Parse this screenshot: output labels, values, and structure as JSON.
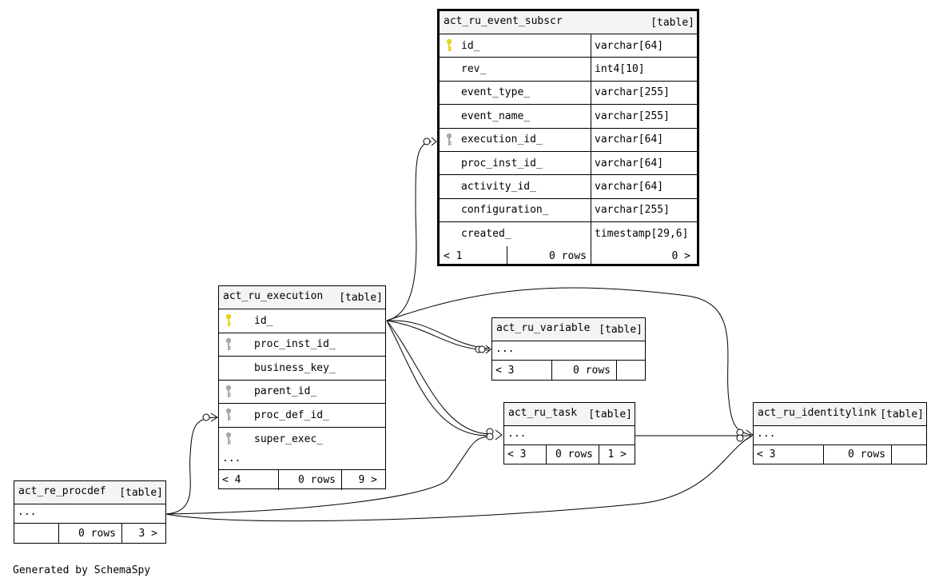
{
  "footnote": "Generated by SchemaSpy",
  "tables": {
    "event_subscr": {
      "name": "act_ru_event_subscr",
      "kind": "[table]",
      "columns": [
        {
          "name": "id_",
          "type": "varchar[64]",
          "key": "primary"
        },
        {
          "name": "rev_",
          "type": "int4[10]",
          "key": ""
        },
        {
          "name": "event_type_",
          "type": "varchar[255]",
          "key": ""
        },
        {
          "name": "event_name_",
          "type": "varchar[255]",
          "key": ""
        },
        {
          "name": "execution_id_",
          "type": "varchar[64]",
          "key": "foreign"
        },
        {
          "name": "proc_inst_id_",
          "type": "varchar[64]",
          "key": ""
        },
        {
          "name": "activity_id_",
          "type": "varchar[64]",
          "key": ""
        },
        {
          "name": "configuration_",
          "type": "varchar[255]",
          "key": ""
        },
        {
          "name": "created_",
          "type": "timestamp[29,6]",
          "key": ""
        }
      ],
      "footer": {
        "parents": "< 1",
        "rows": "0 rows",
        "children": "0 >"
      }
    },
    "execution": {
      "name": "act_ru_execution",
      "kind": "[table]",
      "columns": [
        {
          "name": "id_",
          "key": "primary"
        },
        {
          "name": "proc_inst_id_",
          "key": "foreign"
        },
        {
          "name": "business_key_",
          "key": ""
        },
        {
          "name": "parent_id_",
          "key": "foreign"
        },
        {
          "name": "proc_def_id_",
          "key": "foreign"
        },
        {
          "name": "super_exec_",
          "key": "foreign"
        }
      ],
      "more": "...",
      "footer": {
        "parents": "< 4",
        "rows": "0 rows",
        "children": "9 >"
      }
    },
    "variable": {
      "name": "act_ru_variable",
      "kind": "[table]",
      "more": "...",
      "footer": {
        "parents": "< 3",
        "rows": "0 rows",
        "children": ""
      }
    },
    "task": {
      "name": "act_ru_task",
      "kind": "[table]",
      "more": "...",
      "footer": {
        "parents": "< 3",
        "rows": "0 rows",
        "children": "1 >"
      }
    },
    "identitylink": {
      "name": "act_ru_identitylink",
      "kind": "[table]",
      "more": "...",
      "footer": {
        "parents": "< 3",
        "rows": "0 rows",
        "children": ""
      }
    },
    "procdef": {
      "name": "act_re_procdef",
      "kind": "[table]",
      "more": "...",
      "footer": {
        "parents": "",
        "rows": "0 rows",
        "children": "3 >"
      }
    }
  },
  "colors": {
    "primary_key": "#e8d21a",
    "foreign_key": "#a8a8a8",
    "header_bg": "#f4f4f4",
    "line": "#000000"
  }
}
